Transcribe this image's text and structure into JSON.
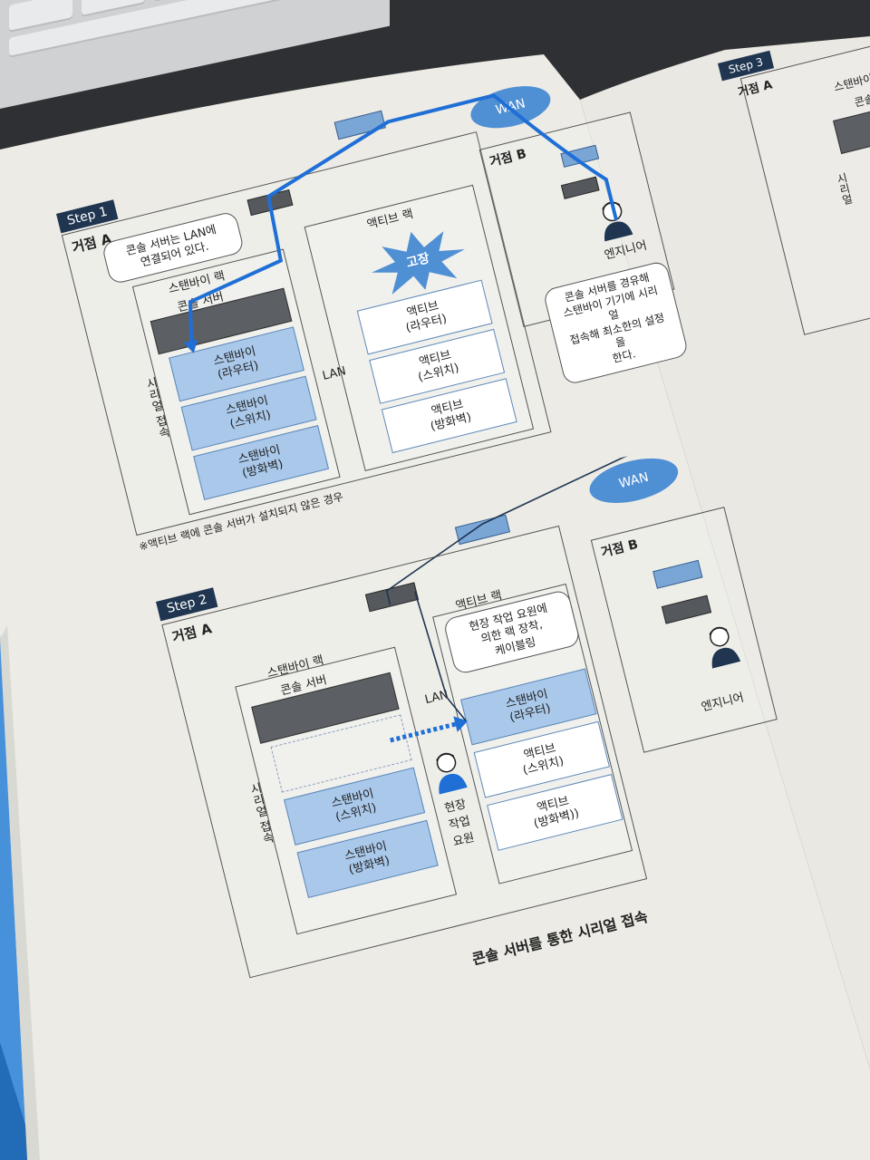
{
  "step1": {
    "tag": "Step 1",
    "site_a": "거점 A",
    "bubble": "콘솔 서버는 LAN에\n연결되어 있다.",
    "standby_rack": "스탠바이 랙",
    "console_server": "콘솔 서버",
    "standby_router": "스탠바이\n(라우터)",
    "standby_switch": "스탠바이\n(스위치)",
    "standby_firewall": "스탠바이\n(방화벽)",
    "serial": "시리얼 접속",
    "active_rack": "액티브 랙",
    "fault": "고장",
    "active_router": "액티브\n(라우터)",
    "active_switch": "액티브\n(스위치)",
    "active_firewall": "액티브\n(방화벽)",
    "lan": "LAN",
    "wan": "WAN",
    "site_b": "거점 B",
    "engineer": "엔지니어",
    "engineer_note": "콘솔 서버를 경유해\n스탠바이 기기에 시리얼\n접속해 최소한의 설정을\n한다.",
    "footnote": "※액티브 랙에 콘솔 서버가 설치되지 않은 경우"
  },
  "step2": {
    "tag": "Step 2",
    "site_a": "거점 A",
    "standby_rack": "스탠바이 랙",
    "console_server": "콘솔 서버",
    "standby_switch": "스탠바이\n(스위치)",
    "standby_firewall": "스탠바이\n(방화벽)",
    "serial": "시리얼 접속",
    "active_rack": "액티브 랙",
    "bubble": "현장 작업 요원에\n의한 랙 장착,\n케이블링",
    "standby_router": "스탠바이\n(라우터)",
    "active_switch": "액티브\n(스위치)",
    "active_firewall": "액티브\n(방화벽))",
    "lan": "LAN",
    "field_worker": "현장\n작업\n요원",
    "wan": "WAN",
    "site_b": "거점 B",
    "engineer": "엔지니어"
  },
  "step3": {
    "tag": "Step 3",
    "site_a": "거점 A",
    "standby": "스탠바이",
    "console": "콘솔",
    "serial_partial": "시리얼"
  },
  "caption": "콘솔 서버를 통한 시리얼 접속",
  "colors": {
    "accent": "#1f6fd6",
    "standby_fill": "#a9c8ea",
    "tag_bg": "#1f3550",
    "page": "#ecebe6"
  }
}
